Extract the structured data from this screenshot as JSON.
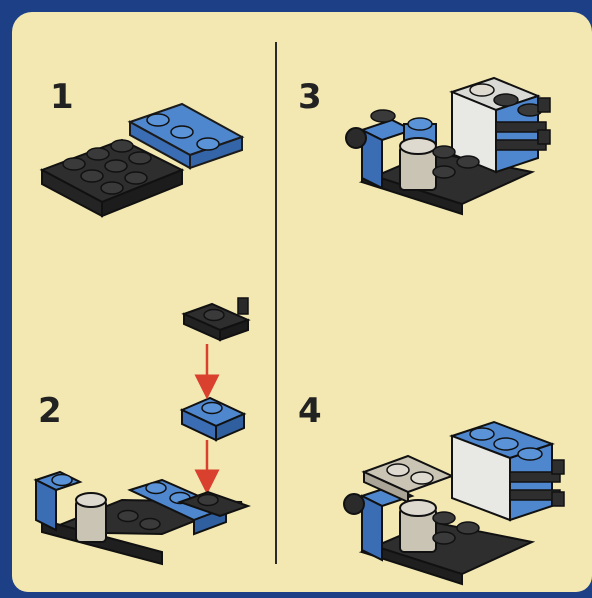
{
  "steps": [
    {
      "number": "1"
    },
    {
      "number": "2"
    },
    {
      "number": "3"
    },
    {
      "number": "4"
    }
  ],
  "colors": {
    "page": "#f3e8b2",
    "background": "#1d3f86",
    "black_brick": "#2a2a2a",
    "blue_brick": "#4f87cf",
    "grey_brick": "#c9c4b4",
    "arrow": "#d9402e"
  }
}
